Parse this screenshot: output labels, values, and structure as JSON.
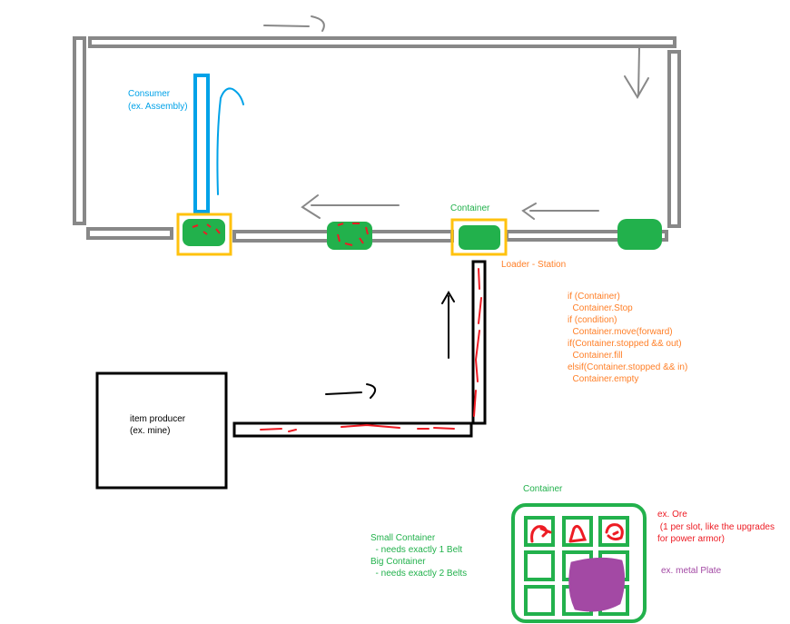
{
  "colors": {
    "belt_gray": "#888888",
    "belt_black": "#000000",
    "container_green": "#22b14c",
    "station_yellow": "#ffc20e",
    "consumer_blue": "#00a2e8",
    "item_red": "#ed1c24",
    "code_orange": "#ff7f27",
    "plate_purple": "#a349a4"
  },
  "labels": {
    "consumer": "Consumer",
    "consumer_example": "(ex. Assembly)",
    "container_top": "Container",
    "loader_station": "Loader - Station",
    "item_producer": "item producer",
    "item_producer_example": "(ex. mine)",
    "container_detail": "Container",
    "ore_example": "ex. Ore",
    "ore_note_1": " (1 per slot, like the upgrades",
    "ore_note_2": "for power armor)",
    "plate_example": "ex. metal Plate",
    "small_container": "Small Container",
    "small_container_note": "  - needs exactly 1 Belt",
    "big_container": "Big Container",
    "big_container_note": "  - needs exactly 2 Belts"
  },
  "code_lines": [
    "if (Container)",
    "  Container.Stop",
    "if (condition)",
    "  Container.move(forward)",
    "if(Container.stopped && out)",
    "  Container.fill",
    "elsif(Container.stopped && in)",
    "  Container.empty"
  ]
}
